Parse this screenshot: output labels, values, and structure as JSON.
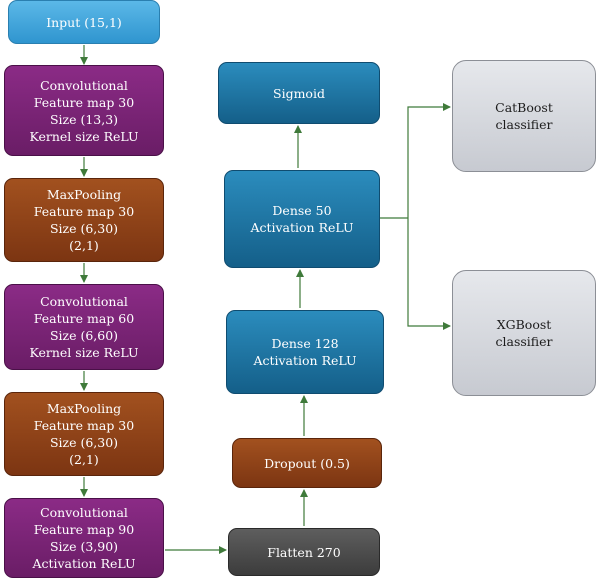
{
  "nodes": {
    "input": [
      "Input (15,1)"
    ],
    "conv1": [
      "Convolutional",
      "Feature map 30",
      "Size (13,3)",
      "Kernel size ReLU"
    ],
    "pool1": [
      "MaxPooling",
      "Feature map 30",
      "Size (6,30)",
      "(2,1)"
    ],
    "conv2": [
      "Convolutional",
      "Feature map 60",
      "Size (6,60)",
      "Kernel size ReLU"
    ],
    "pool2": [
      "MaxPooling",
      "Feature map 30",
      "Size (6,30)",
      "(2,1)"
    ],
    "conv3": [
      "Convolutional",
      "Feature map 90",
      "Size (3,90)",
      "Activation ReLU"
    ],
    "flatten": [
      "Flatten 270"
    ],
    "dropout": [
      "Dropout (0.5)"
    ],
    "dense128": [
      "Dense 128",
      "Activation ReLU"
    ],
    "dense50": [
      "Dense 50",
      "Activation ReLU"
    ],
    "sigmoid": [
      "Sigmoid"
    ],
    "catboost": [
      "CatBoost",
      "classifier"
    ],
    "xgboost": [
      "XGBoost",
      "classifier"
    ]
  },
  "colors": {
    "input": "#3aa3d9",
    "convolutional": "#7a2276",
    "maxpooling": "#8e4218",
    "dense": "#1f76a5",
    "flatten": "#4a4a4a",
    "classifier": "#d6d8dd",
    "arrow": "#3f7a3a"
  }
}
